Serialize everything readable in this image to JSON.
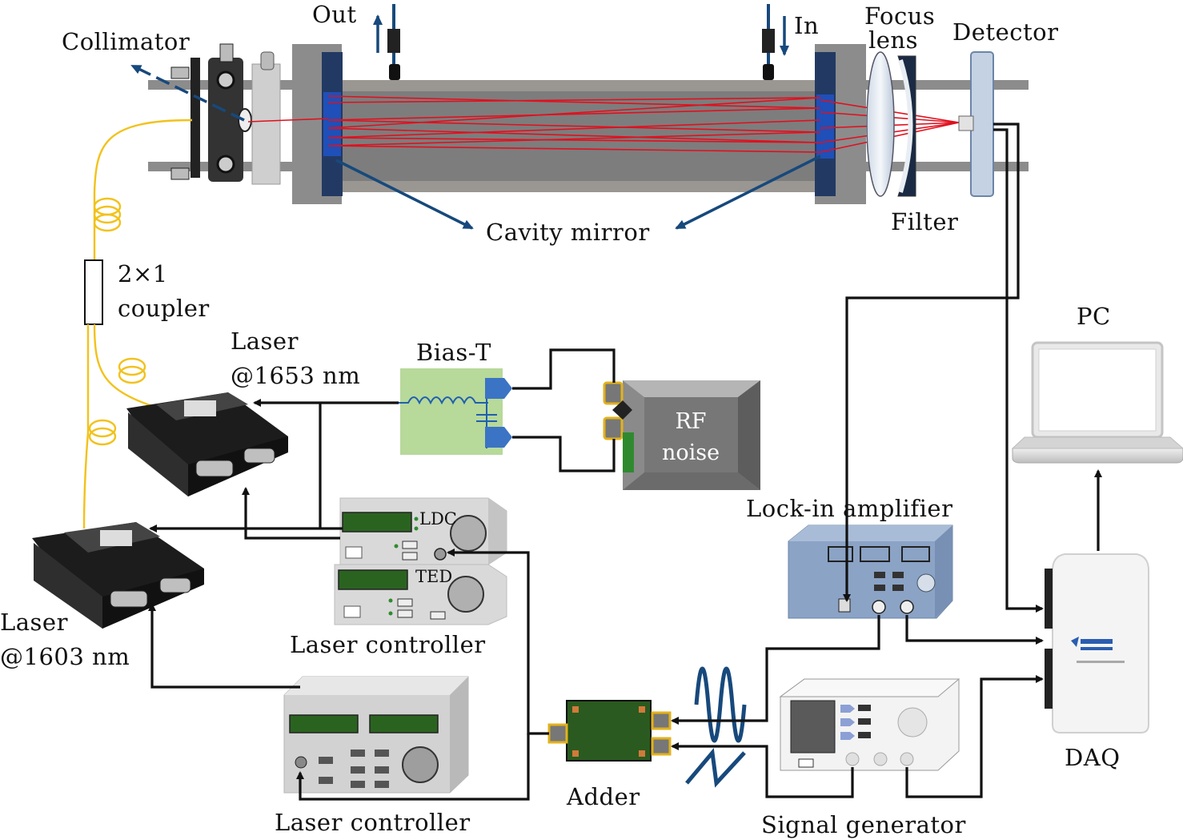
{
  "labels": {
    "collimator": "Collimator",
    "out": "Out",
    "in": "In",
    "focus": "Focus",
    "lens": "lens",
    "detector": "Detector",
    "filter": "Filter",
    "cavity_mirror": "Cavity mirror",
    "coupler_1": "2×1",
    "coupler_2": "coupler",
    "laser_a_1": "Laser",
    "laser_a_2": "@1653 nm",
    "laser_b_1": "Laser",
    "laser_b_2": "@1603 nm",
    "bias_t": "Bias-T",
    "rf_1": "RF",
    "rf_2": "noise",
    "ldc": "LDC",
    "ted": "TED",
    "laser_controller_top": "Laser controller",
    "laser_controller_bottom": "Laser controller",
    "lockin": "Lock-in amplifier",
    "pc": "PC",
    "daq": "DAQ",
    "adder": "Adder",
    "signal_generator": "Signal generator"
  },
  "colors": {
    "wire": "#111111",
    "fiber": "#f2c21b",
    "beam": "#e0101e",
    "arrow_blue": "#17497c",
    "cavity": "#8b8b8b",
    "instrument_gray": "#d9d9d9",
    "lockin_blue": "#8aa2c4",
    "lcd_green": "#2a6320",
    "bias_t_green": "#b7d99a",
    "connector_blue": "#3b74c4"
  },
  "icons": [
    "collimator-mount-icon",
    "laser-mount-icon",
    "laptop-icon",
    "daq-box-icon",
    "sine-wave-icon",
    "sawtooth-wave-icon",
    "inductor-icon",
    "capacitor-icon"
  ]
}
